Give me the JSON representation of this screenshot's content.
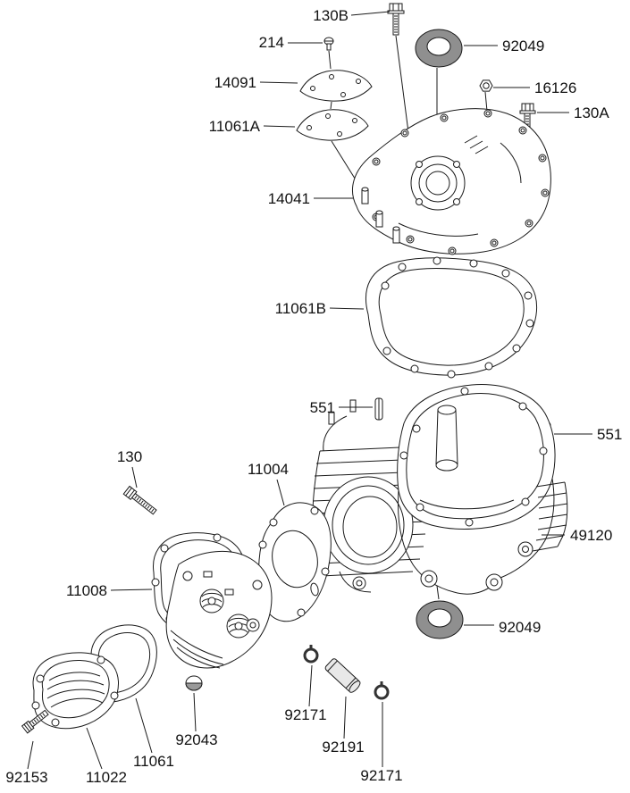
{
  "diagram": {
    "type": "exploded-parts-diagram",
    "colors": {
      "background": "#ffffff",
      "line": "#1a1a1a",
      "seal_fill": "#8f8f8f",
      "tube_fill": "#e8e8e8"
    },
    "labels": [
      {
        "text": "130B"
      },
      {
        "text": "214"
      },
      {
        "text": "92049"
      },
      {
        "text": "14091"
      },
      {
        "text": "16126"
      },
      {
        "text": "130A"
      },
      {
        "text": "11061A"
      },
      {
        "text": "14041"
      },
      {
        "text": "11061B"
      },
      {
        "text": "551"
      },
      {
        "text": "551"
      },
      {
        "text": "130"
      },
      {
        "text": "11004"
      },
      {
        "text": "49120"
      },
      {
        "text": "11008"
      },
      {
        "text": "92049"
      },
      {
        "text": "92171"
      },
      {
        "text": "92043"
      },
      {
        "text": "92191"
      },
      {
        "text": "11061"
      },
      {
        "text": "92171"
      },
      {
        "text": "11022"
      },
      {
        "text": "92153"
      }
    ]
  }
}
